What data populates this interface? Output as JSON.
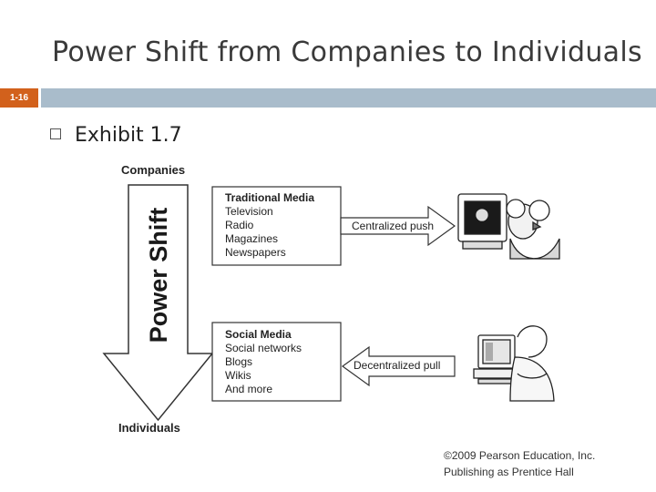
{
  "slide": {
    "title": "Power Shift from Companies to Individuals",
    "page_number": "1-16",
    "bullet": "Exhibit 1.7"
  },
  "diagram": {
    "top_label": "Companies",
    "bottom_label": "Individuals",
    "shift_label": "Power Shift",
    "traditional": {
      "heading": "Traditional Media",
      "items": [
        "Television",
        "Radio",
        "Magazines",
        "Newspapers"
      ],
      "arrow_label": "Centralized push"
    },
    "social": {
      "heading": "Social Media",
      "items": [
        "Social networks",
        "Blogs",
        "Wikis",
        "And more"
      ],
      "arrow_label": "Decentralized pull"
    }
  },
  "footer": {
    "line1": "©2009 Pearson Education, Inc.",
    "line2": "Publishing as Prentice Hall"
  },
  "colors": {
    "accent_orange": "#d2611c",
    "band_blue": "#a9bccb"
  }
}
